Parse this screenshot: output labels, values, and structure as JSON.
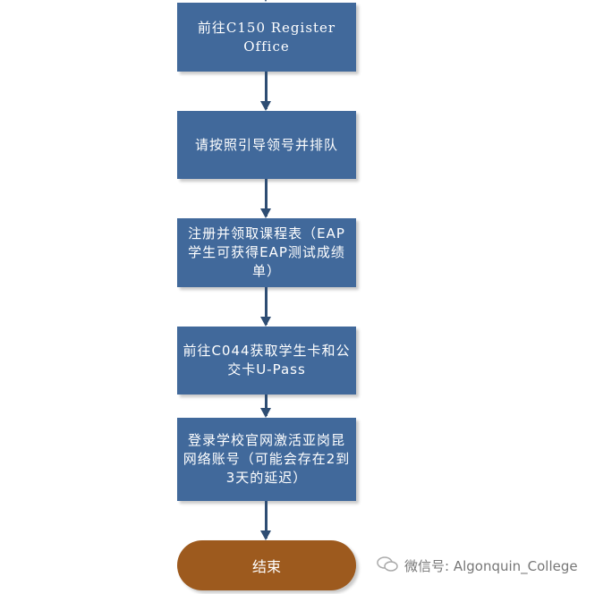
{
  "steps": [
    {
      "label": "前往C150 Register Office"
    },
    {
      "label": "请按照引导领号并排队"
    },
    {
      "label": "注册并领取课程表（EAP学生可获得EAP测试成绩单）"
    },
    {
      "label": "前往C044获取学生卡和公交卡U-Pass"
    },
    {
      "label": "登录学校官网激活亚岗昆网络账号（可能会存在2到3天的延迟）"
    }
  ],
  "end": {
    "label": "结束"
  },
  "watermark": {
    "text": "微信号: Algonquin_College",
    "icon": "wechat-icon"
  },
  "colors": {
    "step": "#41699b",
    "end": "#9d5a1e",
    "arrow": "#2e4d73"
  }
}
